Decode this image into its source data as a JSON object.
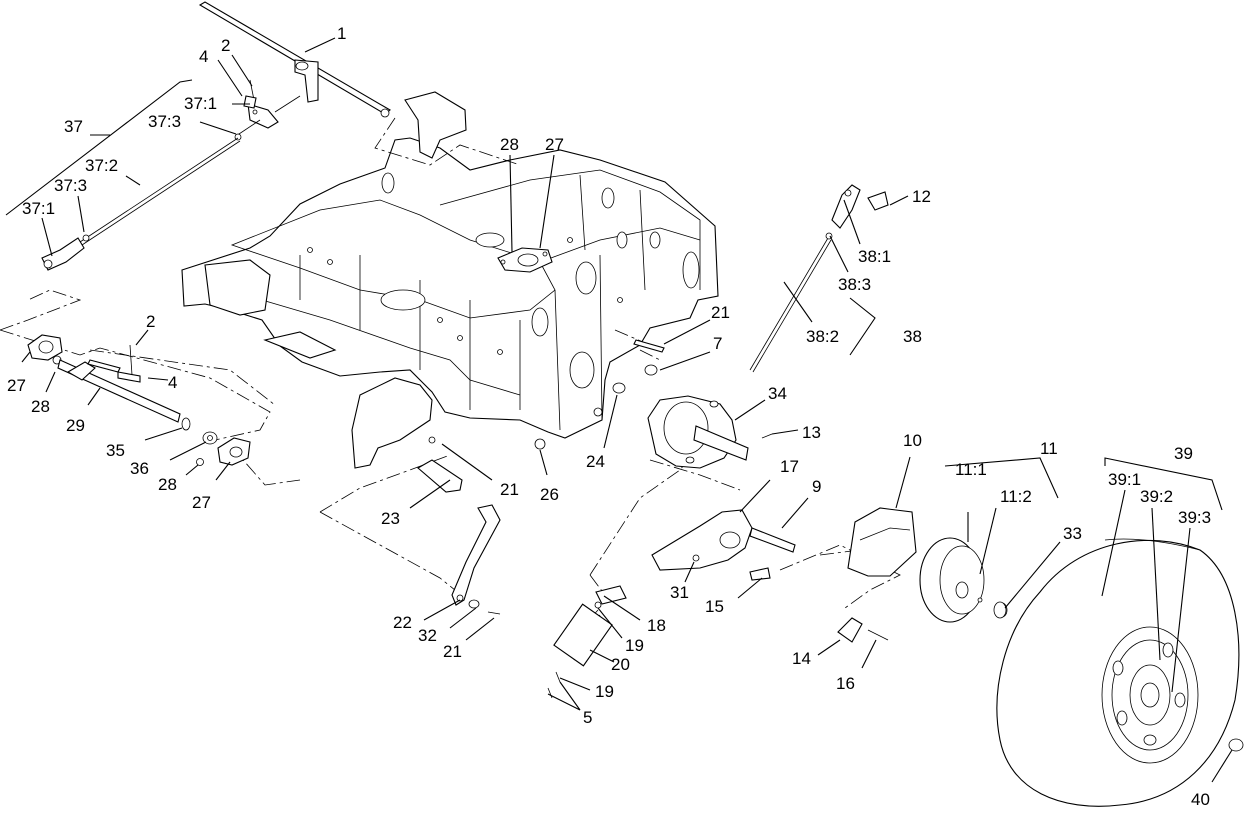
{
  "callouts": {
    "c1": "1",
    "c2a": "2",
    "c4a": "4",
    "c37_1a": "37:1",
    "c37_3a": "37:3",
    "c37": "37",
    "c37_2": "37:2",
    "c37_3b": "37:3",
    "c37_1b": "37:1",
    "c28a": "28",
    "c27a": "27",
    "c12": "12",
    "c38_1": "38:1",
    "c38_3": "38:3",
    "c21a": "21",
    "c38_2": "38:2",
    "c38": "38",
    "c7": "7",
    "c2b": "2",
    "c4b": "4",
    "c27b": "27",
    "c28b": "28",
    "c29": "29",
    "c35": "35",
    "c36": "36",
    "c28c": "28",
    "c27c": "27",
    "c34": "34",
    "c13": "13",
    "c24": "24",
    "c26": "26",
    "c21b": "21",
    "c10": "10",
    "c11": "11",
    "c11_1": "11:1",
    "c11_2": "11:2",
    "c39": "39",
    "c39_1": "39:1",
    "c39_2": "39:2",
    "c39_3": "39:3",
    "c17": "17",
    "c9": "9",
    "c23": "23",
    "c33": "33",
    "c31": "31",
    "c15": "15",
    "c18": "18",
    "c19a": "19",
    "c22": "22",
    "c32": "32",
    "c21c": "21",
    "c20": "20",
    "c19b": "19",
    "c5": "5",
    "c14": "14",
    "c16": "16",
    "c40": "40"
  }
}
